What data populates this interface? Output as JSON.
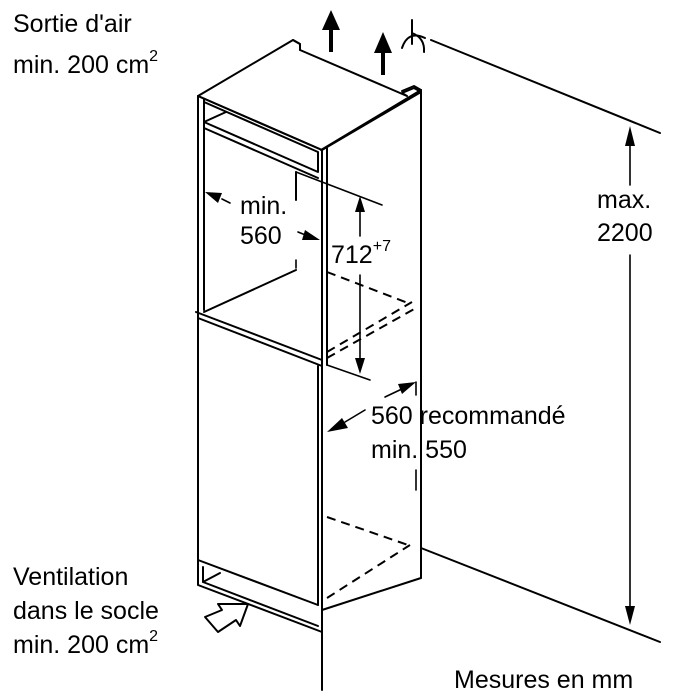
{
  "diagram": {
    "type": "built-in refrigerator installation dimensions",
    "labels": {
      "air_outlet_line1": "Sortie d'air",
      "air_outlet_line2": "min. 200 cm",
      "air_outlet_sup": "2",
      "niche_width_line1": "min.",
      "niche_width_line2": "560",
      "niche_height_main": "712",
      "niche_height_sup": "+7",
      "max_height_line1": "max.",
      "max_height_line2": "2200",
      "depth_line1": "560 recommandé",
      "depth_line2": "min. 550",
      "plinth_line1": "Ventilation",
      "plinth_line2": "dans le socle",
      "plinth_line3": "min. 200 cm",
      "plinth_sup": "2",
      "units_note": "Mesures en mm"
    },
    "dimensions_mm": {
      "air_outlet_min_cm2": 200,
      "niche_width_min": 560,
      "niche_height": 712,
      "niche_height_tolerance": "+7",
      "total_height_max": 2200,
      "depth_recommended": 560,
      "depth_min": 550,
      "plinth_ventilation_min_cm2": 200
    },
    "icons": [
      "airflow-up-arrow",
      "airflow-up-arrow",
      "max-height-symbol",
      "airflow-in-arrow"
    ]
  }
}
